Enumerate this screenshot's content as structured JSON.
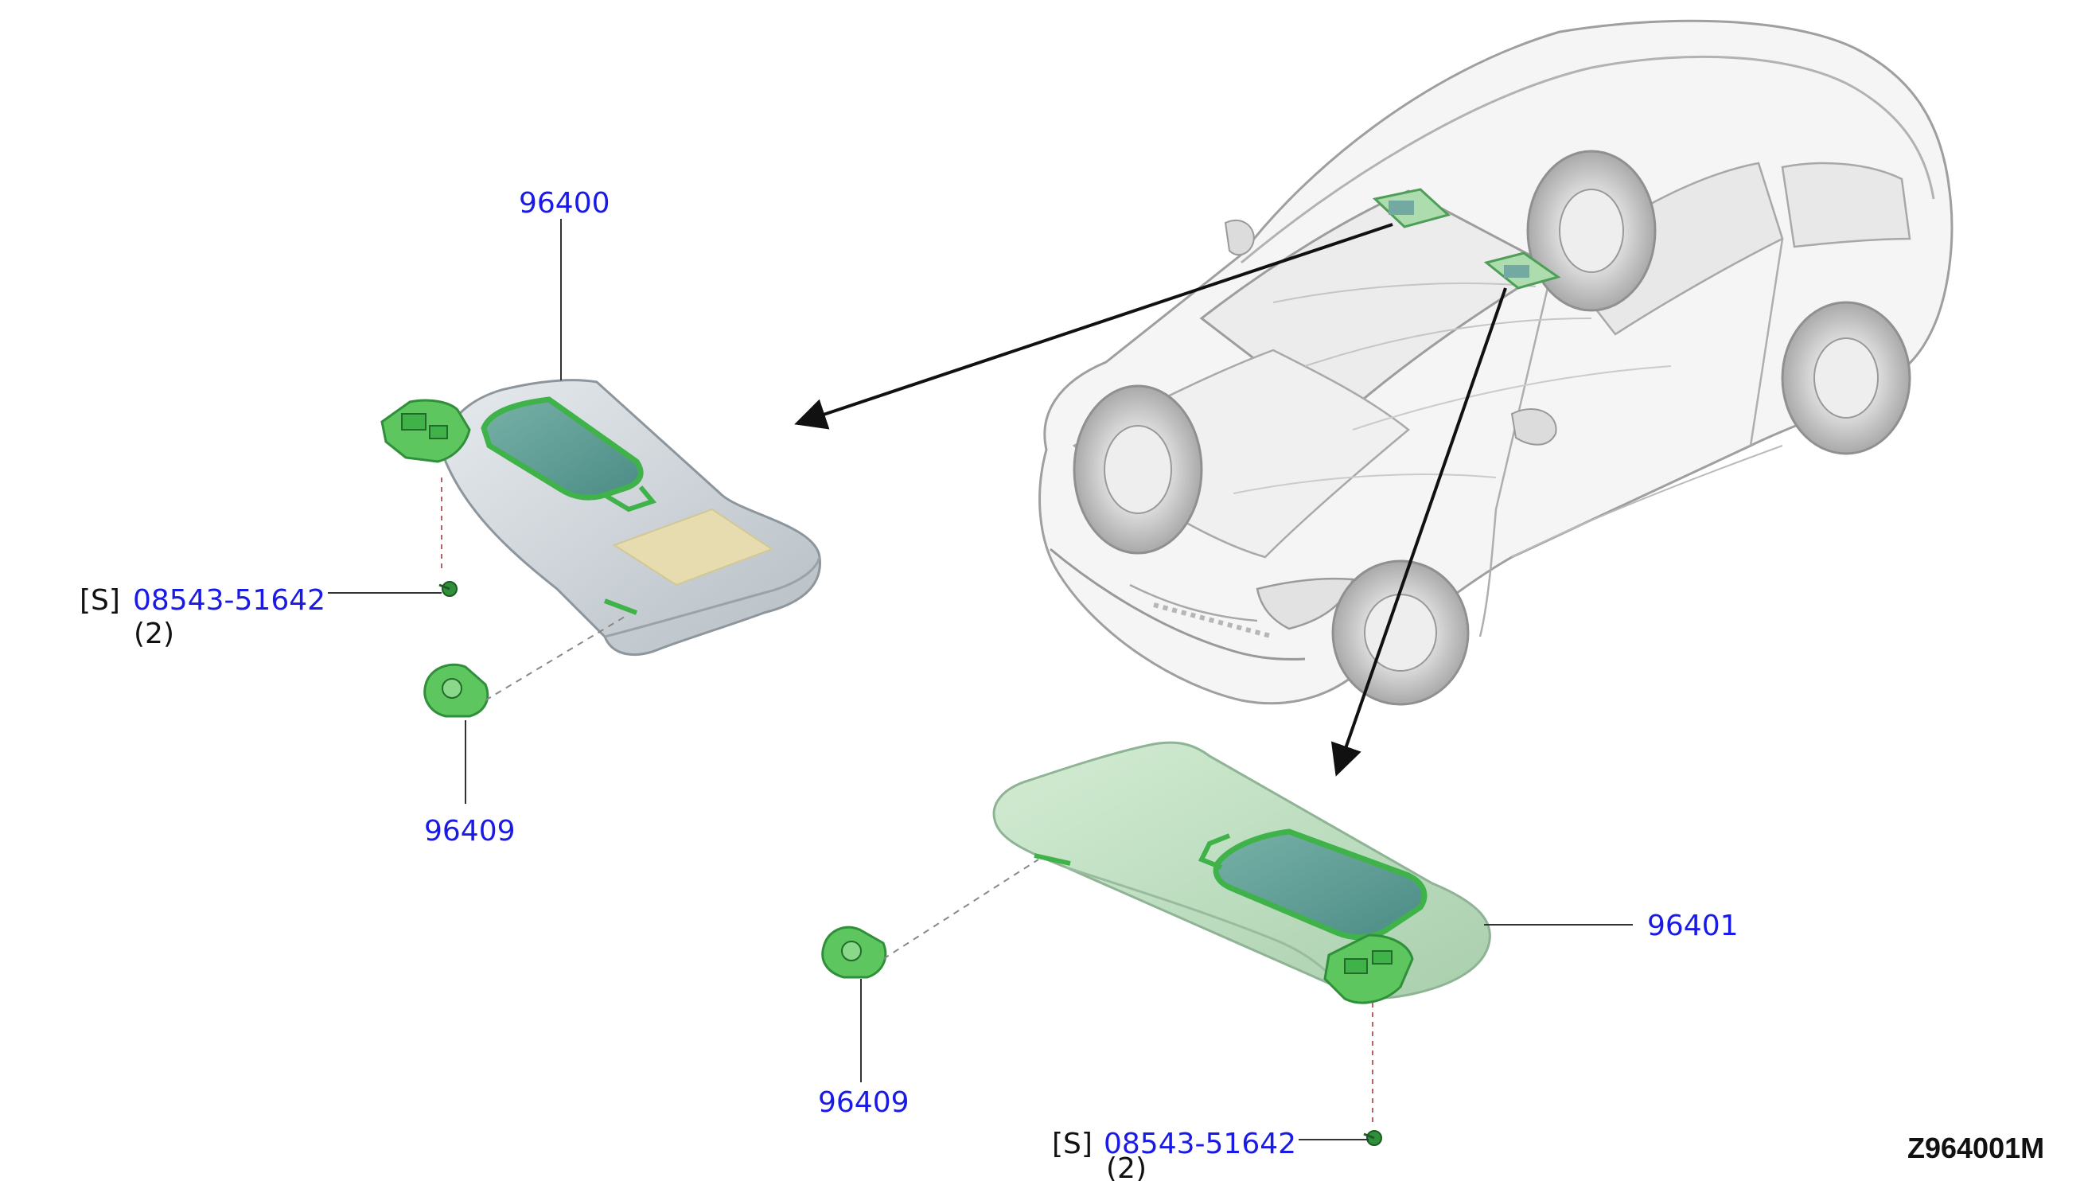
{
  "colors": {
    "callout": "#1a1ae6",
    "text": "#111111",
    "leader": "#333333",
    "visor_gray": "#ccd2d6",
    "visor_green": "#b9dcbc",
    "mirror": "#5a9b93",
    "clip_green": "#3fb34a",
    "card_tan": "#e6dcb0",
    "car_outline": "#9a9a9a"
  },
  "parts": {
    "left_visor": {
      "number": "96400"
    },
    "right_visor": {
      "number": "96401"
    },
    "left_holder": {
      "number": "96409"
    },
    "right_holder": {
      "number": "96409"
    },
    "left_screw": {
      "prefix": "[S]",
      "number": "08543-51642",
      "qty": "(2)"
    },
    "right_screw": {
      "prefix": "[S]",
      "number": "08543-51642",
      "qty": "(2)"
    }
  },
  "diagram_code": "Z964001M"
}
